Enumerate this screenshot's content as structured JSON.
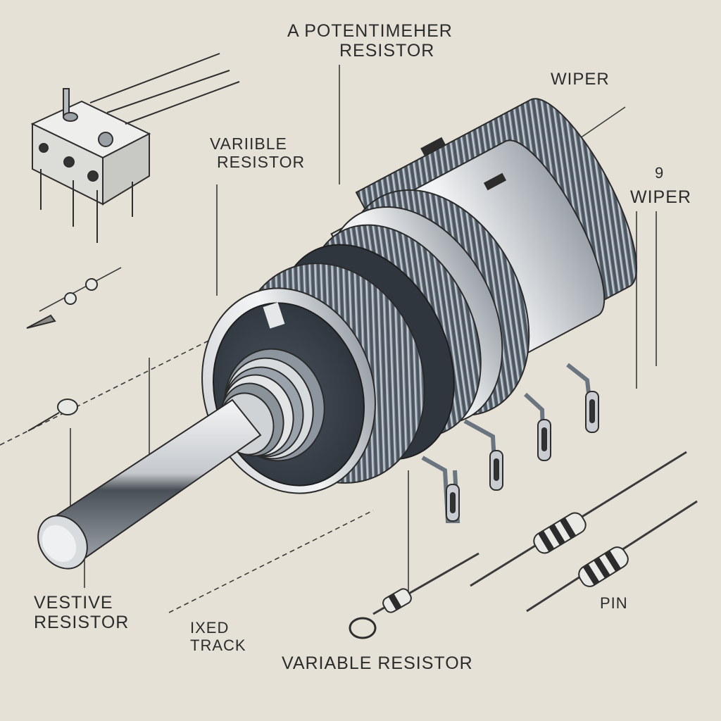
{
  "labels": {
    "title_line1": "A POTENTIMEHER",
    "title_line2": "RESISTOR",
    "variable_top_line1": "VARIIBLE",
    "variable_top_line2": "RESISTOR",
    "wiper_top": "WIPER",
    "wiper_mark": "9",
    "wiper_right": "WIPER",
    "vestive_line1": "VESTIVE",
    "vestive_line2": "RESISTOR",
    "fixed_line1": "IXED",
    "fixed_line2": "TRACK",
    "variable_bottom": "VARIABLE RESISTOR",
    "pin": "PIN"
  },
  "colors": {
    "background": "#e5e1d6",
    "ink": "#2c2c2c",
    "metal_dark": "#3c4550",
    "metal_mid": "#808b96",
    "metal_light": "#e8eaec",
    "shaft": "#c9ccd0"
  }
}
